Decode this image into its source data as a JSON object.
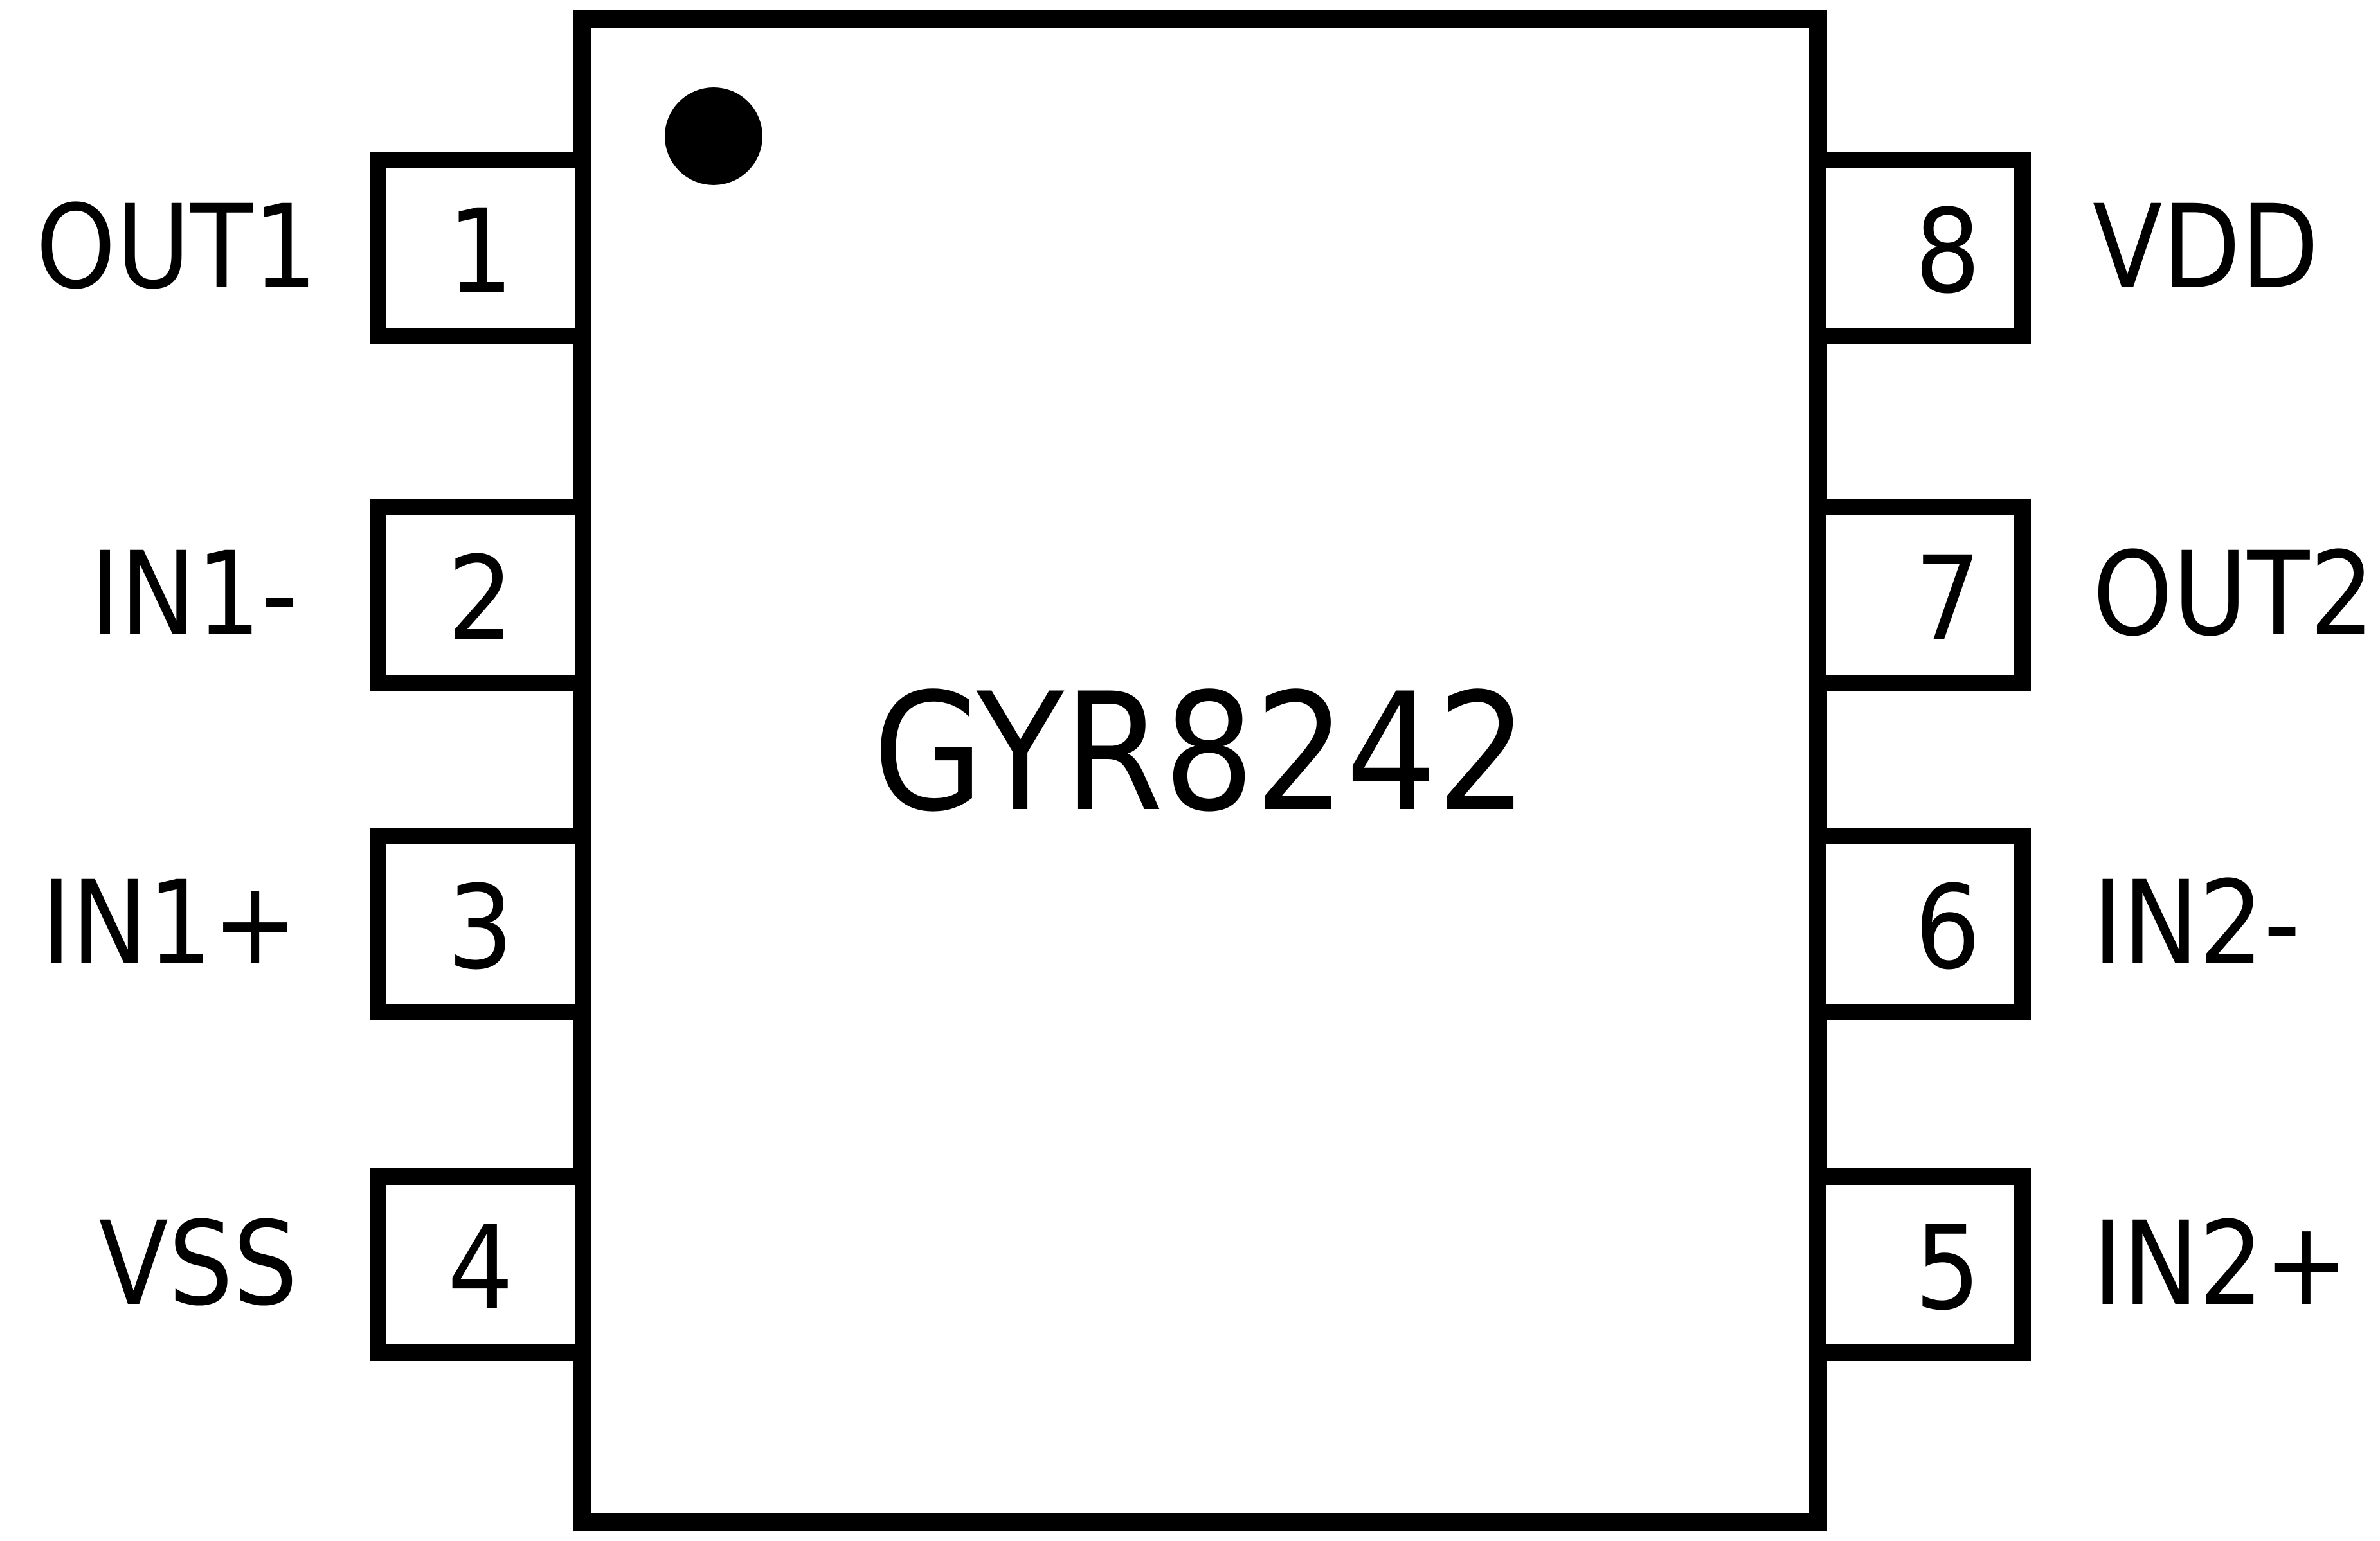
{
  "title": "GYR8242",
  "pin1_marker": "filled-circle-icon",
  "colors": {
    "ink": "#000000",
    "background": "#ffffff"
  },
  "pins": {
    "left": [
      {
        "number": "1",
        "label": "OUT1"
      },
      {
        "number": "2",
        "label": "IN1-"
      },
      {
        "number": "3",
        "label": "IN1+"
      },
      {
        "number": "4",
        "label": "VSS"
      }
    ],
    "right": [
      {
        "number": "8",
        "label": "VDD"
      },
      {
        "number": "7",
        "label": "OUT2"
      },
      {
        "number": "6",
        "label": "IN2-"
      },
      {
        "number": "5",
        "label": "IN2+"
      }
    ]
  }
}
